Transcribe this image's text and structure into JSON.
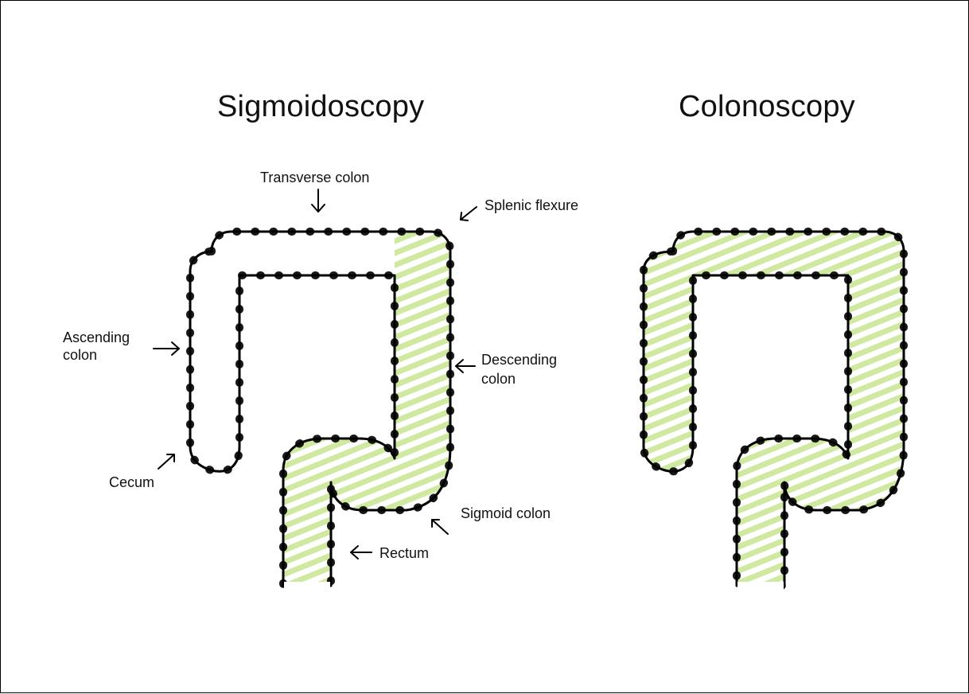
{
  "titles": {
    "left": "Sigmoidoscopy",
    "right": "Colonoscopy"
  },
  "labels": {
    "transverse": "Transverse colon",
    "splenic": "Splenic flexure",
    "ascending_line1": "Ascending",
    "ascending_line2": "colon",
    "descending_line1": "Descending",
    "descending_line2": "colon",
    "cecum": "Cecum",
    "sigmoid": "Sigmoid colon",
    "rectum": "Rectum"
  },
  "colors": {
    "stripe": "#cfe9a1",
    "outline": "#000000",
    "background": "#ffffff"
  }
}
